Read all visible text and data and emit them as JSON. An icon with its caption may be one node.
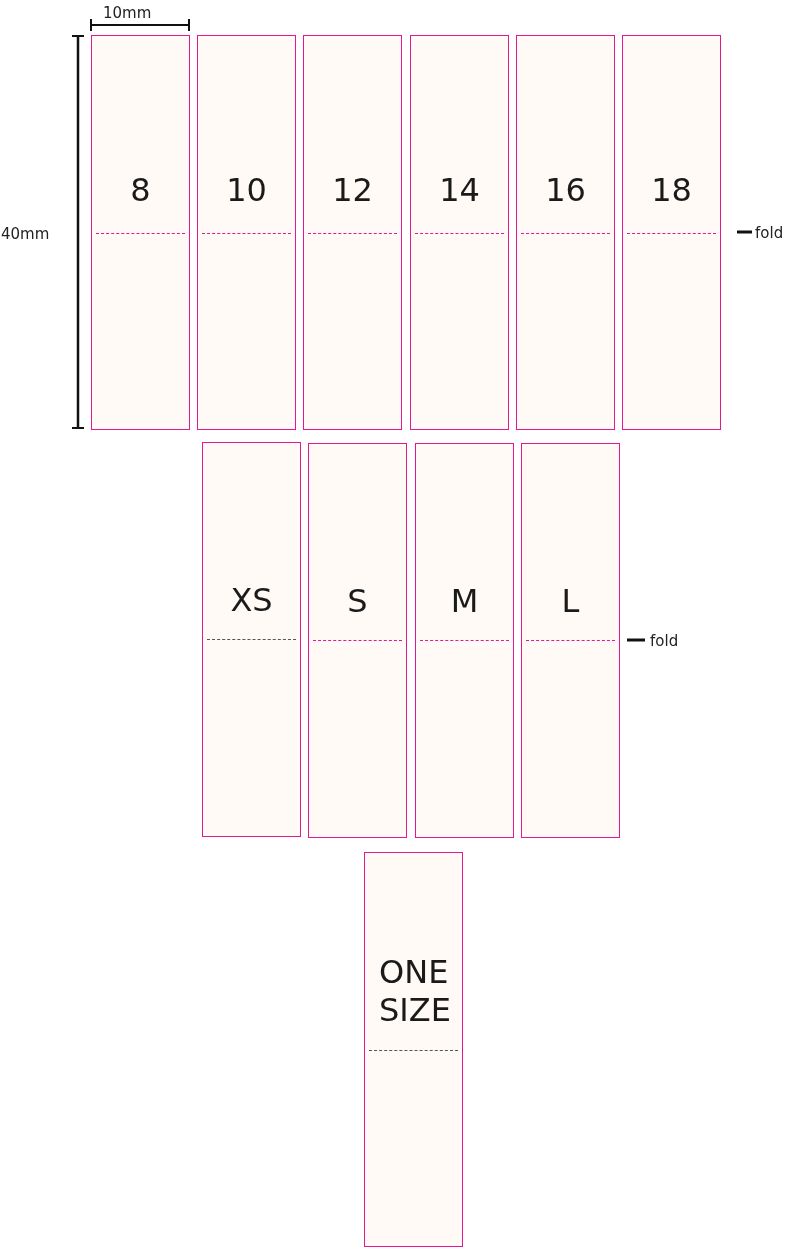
{
  "diagram": {
    "nodes": [
      {
        "text": [
          "8"
        ]
      },
      {
        "text": [
          "10"
        ]
      },
      {
        "text": [
          "12"
        ]
      },
      {
        "text": [
          "14"
        ]
      },
      {
        "text": [
          "16"
        ]
      },
      {
        "text": [
          "18"
        ]
      },
      {
        "text": [
          "XS"
        ]
      },
      {
        "text": [
          "S"
        ]
      },
      {
        "text": [
          "M"
        ]
      },
      {
        "text": [
          "L"
        ]
      },
      {
        "text": [
          "ONE SIZE"
        ]
      }
    ],
    "edges": [],
    "labels": [
      "10mm",
      "40mm",
      "fold",
      "fold"
    ]
  }
}
